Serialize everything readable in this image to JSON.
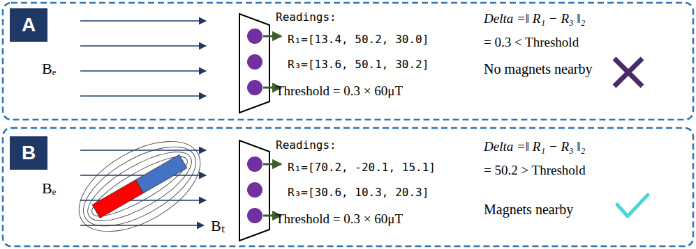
{
  "diagram": {
    "nodes": [
      {
        "text": [
          "A"
        ]
      },
      {
        "text": [
          "B"
        ]
      }
    ],
    "labels": [
      "Bₑ",
      "Readings:",
      "R₁=[13.4, 50.2, 30.0]",
      "R₃=[13.6, 50.1, 30.2]",
      "Threshold = 0.3 × 60μT",
      "Delta =‖ R₁ − R₃ ‖₂",
      "= 0.3 < Threshold",
      "No magnets nearby",
      "Bₑ",
      "Bₜ",
      "Readings:",
      "R₁=[70.2, -20.1, 15.1]",
      "R₃=[30.6, 10.3, 20.3]",
      "Threshold = 0.3 × 60μT",
      "Delta =‖ R₁ − R₃ ‖₂",
      "= 50.2 > Threshold",
      "Magnets nearby"
    ]
  }
}
